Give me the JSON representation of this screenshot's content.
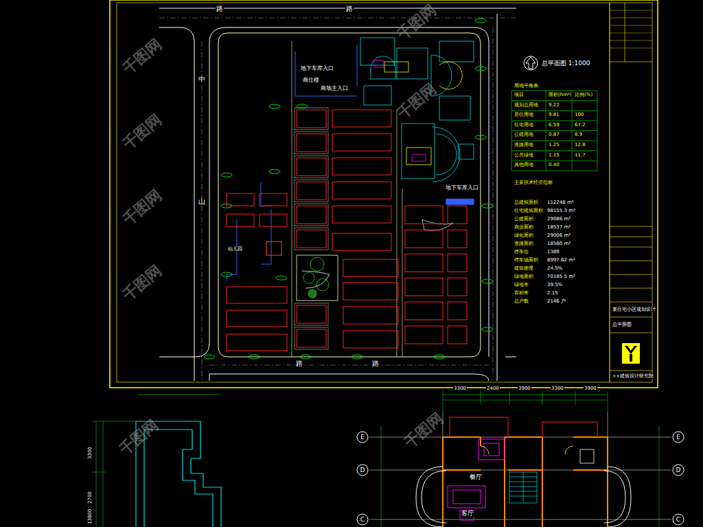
{
  "diagram": {
    "nodes": [
      {
        "text": [
          "E"
        ]
      },
      {
        "text": [
          "D"
        ]
      },
      {
        "text": [
          "C"
        ]
      },
      {
        "text": [
          "E"
        ]
      },
      {
        "text": [
          "D"
        ]
      },
      {
        "text": [
          "C"
        ]
      }
    ],
    "labels": [
      "地下车库入口",
      "商住楼",
      "商场主入口",
      "地下车库入口",
      "幼儿园",
      "中",
      "山",
      "路",
      "路",
      "路",
      "路",
      "总平面图 1:1000",
      "用地平衡表",
      "主要技术经济指标",
      "项目",
      "面积(hm²)",
      "比例(%)",
      "规划总用地",
      "9.22",
      "居住用地",
      "9.81",
      "100",
      "住宅用地",
      "6.59",
      "67.2",
      "公建用地",
      "0.87",
      "8.9",
      "道路用地",
      "1.25",
      "12.8",
      "公共绿地",
      "1.15",
      "11.7",
      "其他用地",
      "0.40",
      "总建筑面积",
      "112248 m²",
      "住宅建筑面积",
      "98155.3 m²",
      "公建面积",
      "29086 m²",
      "商业面积",
      "18537 m²",
      "绿化面积",
      "29006 m²",
      "道路面积",
      "18580 m²",
      "停车位",
      "1389",
      "停车场面积",
      "8997.62 m²",
      "建筑密度",
      "24.5%",
      "绿地面积",
      "70185.5 m²",
      "绿地率",
      "39.5%",
      "容积率",
      "2.15",
      "总户数",
      "2146 户",
      "千图网",
      "千图网",
      "千图网",
      "千图网",
      "千图网",
      "千图网",
      "千图网",
      "千图网",
      "3300",
      "2400",
      "3900",
      "3300",
      "3900",
      "3300",
      "2700",
      "13800",
      "餐厅",
      "客厅",
      "某住宅小区规划设计",
      "总平面图",
      "××建筑设计研究院"
    ]
  }
}
